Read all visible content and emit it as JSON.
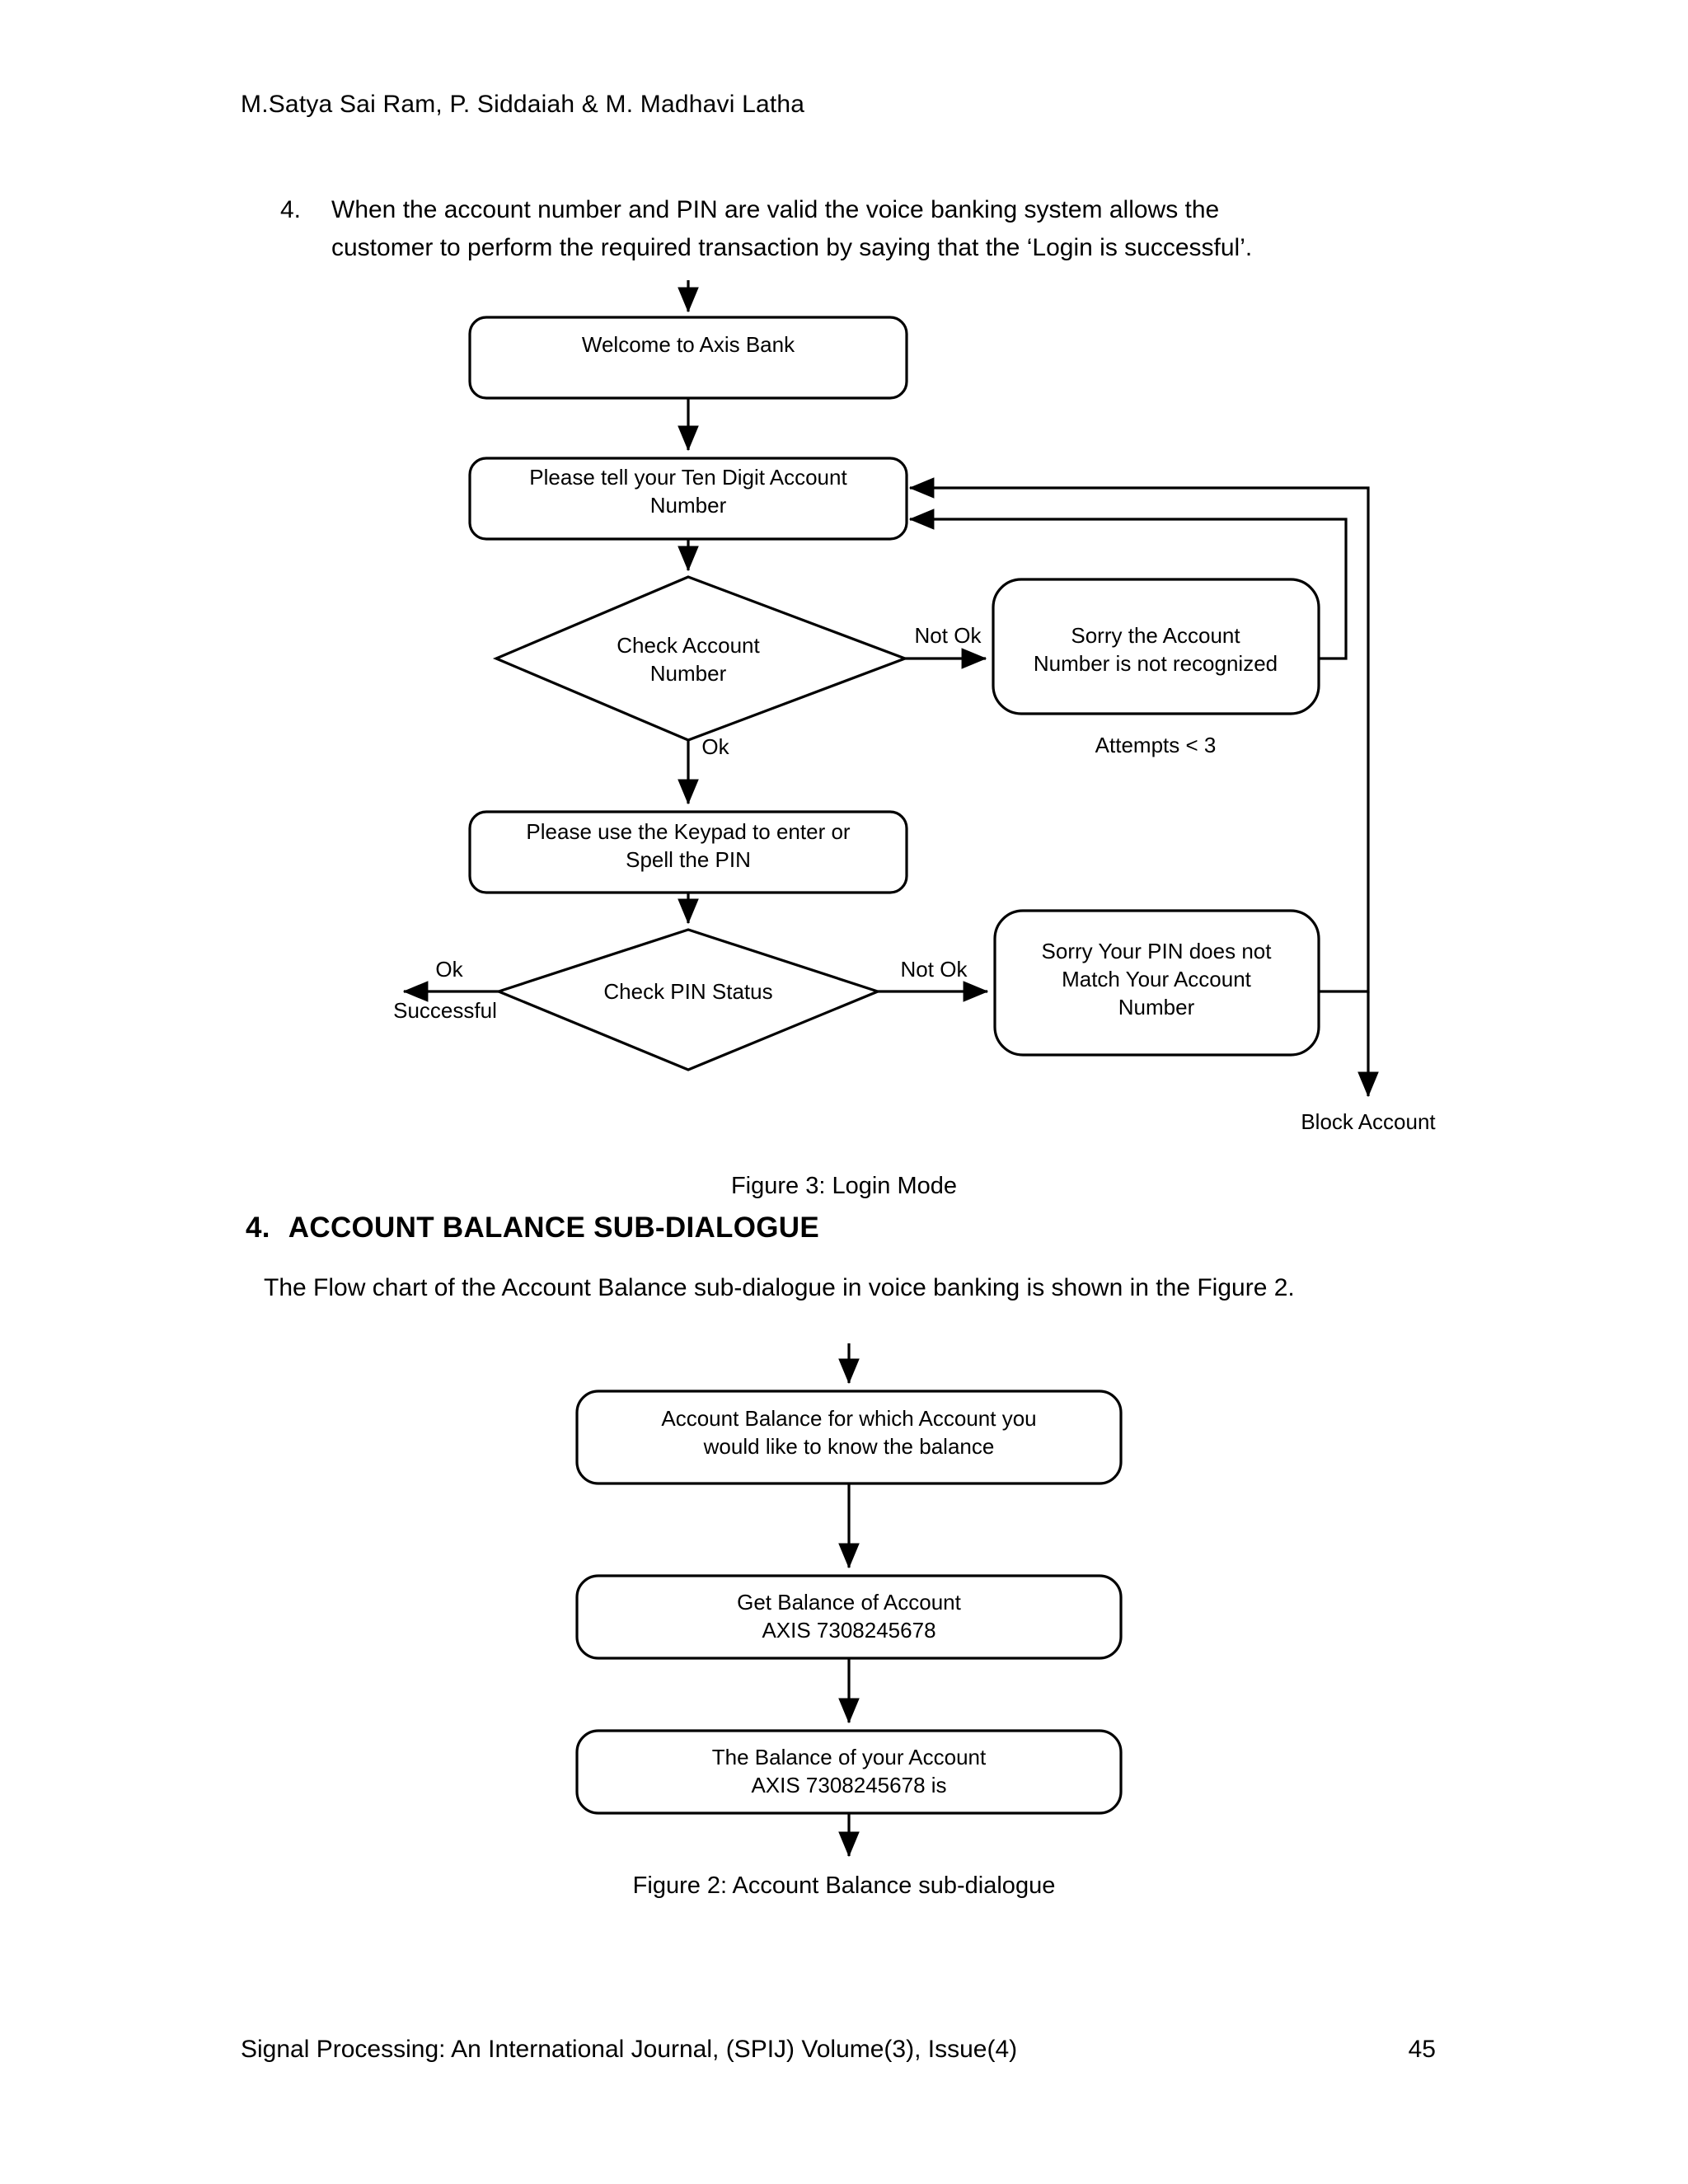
{
  "running_head": "M.Satya Sai Ram, P. Siddaiah & M. Madhavi Latha",
  "paragraph": {
    "number": "4.",
    "line1": "When  the  account  number  and  PIN  are  valid  the  voice  banking  system  allows  the",
    "line2": "customer to perform the required transaction by saying that the ‘Login is successful’."
  },
  "figure3": {
    "caption": "Figure 3: Login Mode",
    "nodes": {
      "welcome": "Welcome to Axis Bank",
      "ask_account_l1": "Please tell your Ten Digit Account",
      "ask_account_l2": "Number",
      "check_account_l1": "Check Account",
      "check_account_l2": "Number",
      "not_recognized_l1": "Sorry the Account",
      "not_recognized_l2": "Number is not recognized",
      "ask_pin_l1": "Please use the Keypad to enter or",
      "ask_pin_l2": "Spell the PIN",
      "check_pin": "Check PIN Status",
      "pin_mismatch_l1": "Sorry Your PIN does not",
      "pin_mismatch_l2": "Match Your Account",
      "pin_mismatch_l3": "Number"
    },
    "edge_labels": {
      "account_not_ok": "Not Ok",
      "account_ok": "Ok",
      "pin_not_ok": "Not Ok",
      "pin_ok": "Ok",
      "pin_successful": "Successful"
    },
    "annotations": {
      "attempts": "Attempts < 3",
      "block_account": "Block Account"
    }
  },
  "section": {
    "number": "4.",
    "title": "ACCOUNT BALANCE SUB-DIALOGUE",
    "body": "The Flow chart of the Account Balance sub-dialogue in voice banking is shown in the Figure 2."
  },
  "figure2": {
    "caption": "Figure 2: Account Balance sub-dialogue",
    "nodes": {
      "prompt_l1": "Account Balance for which Account you",
      "prompt_l2": "would like to know the balance",
      "get_balance_l1": "Get Balance of Account",
      "get_balance_l2": "AXIS 7308245678",
      "report_l1": "The Balance of your Account",
      "report_l2": "AXIS 7308245678 is"
    }
  },
  "footer": {
    "journal": "Signal Processing: An International Journal, (SPIJ) Volume(3), Issue(4)",
    "page": "45"
  },
  "colors": {
    "ink": "#000000",
    "paper": "#ffffff"
  }
}
